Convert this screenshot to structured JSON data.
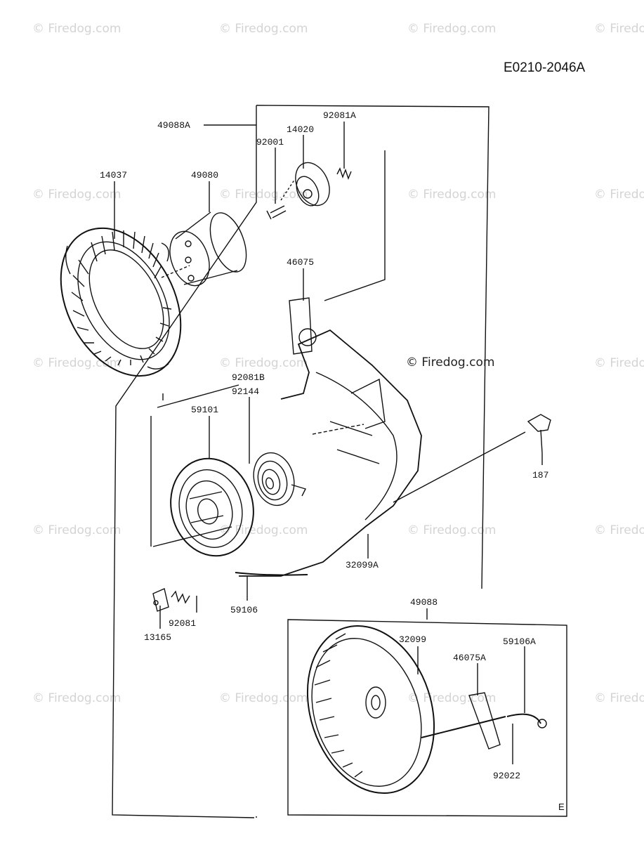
{
  "drawing_code": "E0210-2046A",
  "copyright": "© Firedog.com",
  "watermark_text": "© Firedog.com",
  "corner_mark": "E",
  "parts": [
    {
      "id": "p_49088A",
      "label": "49088A"
    },
    {
      "id": "p_92081A",
      "label": "92081A"
    },
    {
      "id": "p_14020",
      "label": "14020"
    },
    {
      "id": "p_92001",
      "label": "92001"
    },
    {
      "id": "p_14037",
      "label": "14037"
    },
    {
      "id": "p_49080",
      "label": "49080"
    },
    {
      "id": "p_46075",
      "label": "46075"
    },
    {
      "id": "p_92081B",
      "label": "92081B"
    },
    {
      "id": "p_92144",
      "label": "92144"
    },
    {
      "id": "p_59101",
      "label": "59101"
    },
    {
      "id": "p_187",
      "label": "187"
    },
    {
      "id": "p_32099A",
      "label": "32099A"
    },
    {
      "id": "p_59106",
      "label": "59106"
    },
    {
      "id": "p_92081",
      "label": "92081"
    },
    {
      "id": "p_13165",
      "label": "13165"
    },
    {
      "id": "p_49088",
      "label": "49088"
    },
    {
      "id": "p_32099",
      "label": "32099"
    },
    {
      "id": "p_46075A",
      "label": "46075A"
    },
    {
      "id": "p_59106A",
      "label": "59106A"
    },
    {
      "id": "p_92022",
      "label": "92022"
    }
  ]
}
